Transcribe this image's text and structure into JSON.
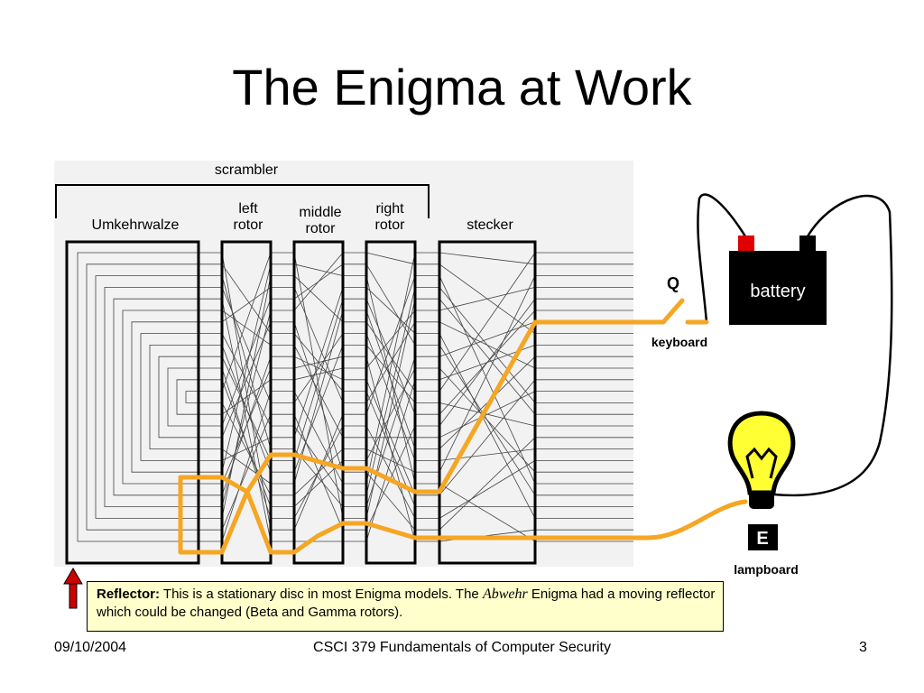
{
  "slide": {
    "title": "The Enigma at Work",
    "footer": {
      "date": "09/10/2004",
      "course": "CSCI 379 Fundamentals of Computer Security",
      "page": "3"
    }
  },
  "diagram": {
    "labels": {
      "scrambler": "scrambler",
      "umkehrwalze": "Umkehrwalze",
      "left_rotor": [
        "left",
        "rotor"
      ],
      "middle_rotor": [
        "middle",
        "rotor"
      ],
      "right_rotor": [
        "right",
        "rotor"
      ],
      "stecker": "stecker",
      "key_letter": "Q",
      "keyboard": "keyboard",
      "battery": "battery",
      "lamp_letter": "E",
      "lampboard": "lampboard"
    },
    "colors": {
      "signal_path": "#f5a623",
      "battery_positive": "#e00000",
      "battery_body": "#000000",
      "bulb": "#ffff33",
      "note_background": "#ffffcc",
      "reflector_arrow": "#cc0000"
    }
  },
  "note": {
    "lead": "Reflector:",
    "text1": " This is a stationary disc in most Enigma models. The ",
    "emphasis": "Abwehr",
    "text2": " Enigma had a moving reflector which could be changed (Beta and Gamma rotors)."
  }
}
